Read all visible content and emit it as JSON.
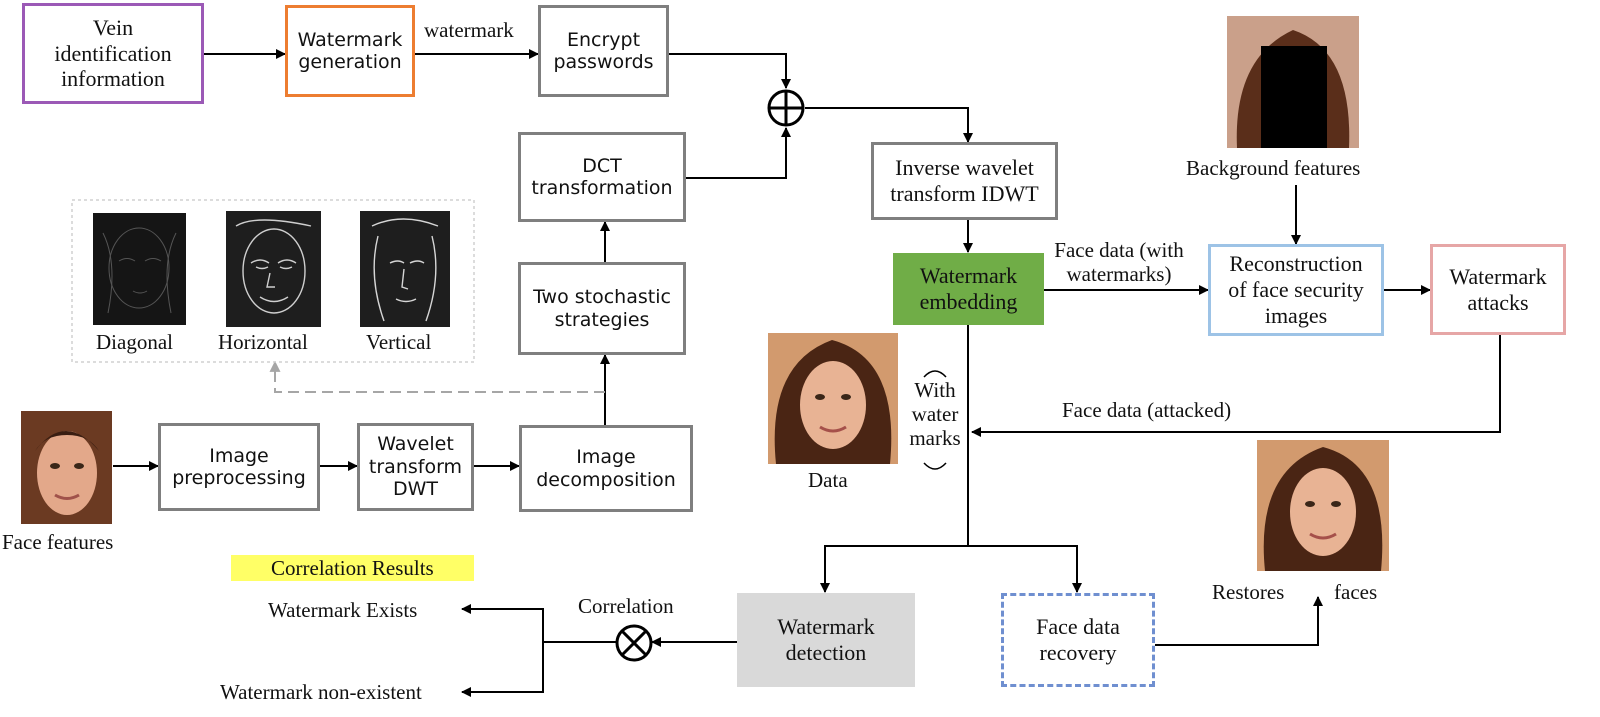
{
  "colors": {
    "purple": "#9b59b6",
    "orange": "#ed7d31",
    "gray": "#7f7f7f",
    "green": "#70ad47",
    "light_blue": "#9dc3e6",
    "pink": "#e6a6a6",
    "dashed_blue": "#6f8fd0",
    "detect_fill": "#d9d9d9",
    "highlight": "#ffff66"
  },
  "boxes": {
    "vein": "Vein identification information",
    "wm_gen": "Watermark generation",
    "encrypt": "Encrypt passwords",
    "dct": "DCT transformation",
    "two_strat": "Two stochastic strategies",
    "img_pre": "Image preprocessing",
    "wavelet": "Wavelet transform DWT",
    "img_dec": "Image decomposition",
    "idwt": "Inverse wavelet transform IDWT",
    "wm_embed": "Watermark embedding",
    "recon": "Reconstruction of face security images",
    "wm_attacks": "Watermark attacks",
    "wm_detect": "Watermark detection",
    "recovery": "Face data recovery"
  },
  "labels": {
    "watermark": "watermark",
    "face_data_with": "Face data (with watermarks)",
    "face_data_attacked": "Face data (attacked)",
    "with_water_marks": "With water marks",
    "data": "Data",
    "face_features": "Face features",
    "background_features": "Background features",
    "restores": "Restores",
    "faces": "faces",
    "correlation": "Correlation",
    "correlation_results": "Correlation Results",
    "wm_exists": "Watermark Exists",
    "wm_nonexistent": "Watermark non-existent",
    "diagonal": "Diagonal",
    "horizontal": "Horizontal",
    "vertical": "Vertical"
  },
  "operators": {
    "combine": "⊕",
    "correlate": "⊗"
  },
  "icons": [
    "plus-circle-icon",
    "times-circle-icon",
    "face-photo",
    "edge-map-image",
    "redacted-face-photo"
  ]
}
